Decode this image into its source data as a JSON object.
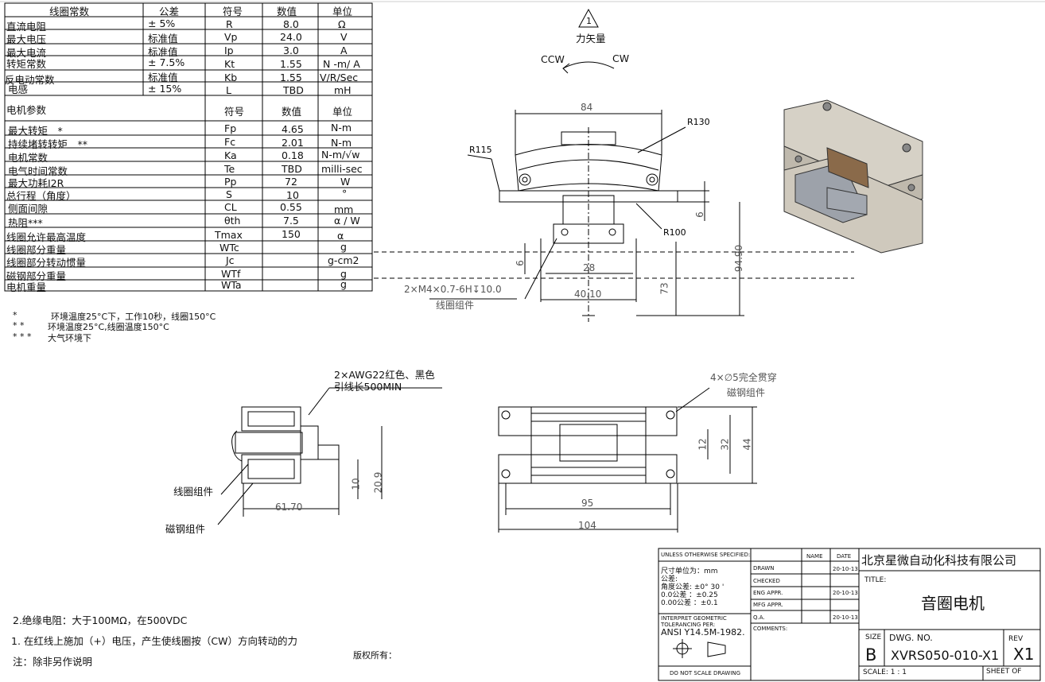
{
  "coil_table": {
    "headers": [
      "线圈常数",
      "公差",
      "符号",
      "数值",
      "单位"
    ],
    "rows": [
      [
        "直流电阻",
        "± 5%",
        "R",
        "8.0",
        "Ω"
      ],
      [
        "最大电压",
        "标准值",
        "Vp",
        "24.0",
        "V"
      ],
      [
        "最大电流",
        "标准值",
        "Ip",
        "3.0",
        "A"
      ],
      [
        "转矩常数",
        "± 7.5%",
        "Kt",
        "1.55",
        "N -m/ A"
      ],
      [
        "反电动常数",
        "标准值",
        "Kb",
        "1.55",
        "V/R/Sec"
      ],
      [
        "电感",
        "± 15%",
        "L",
        "TBD",
        "mH"
      ]
    ]
  },
  "motor_table": {
    "headers": [
      "电机参数",
      "符号",
      "数值",
      "单位"
    ],
    "rows": [
      [
        "最大转矩　*",
        "Fp",
        "4.65",
        "N-m"
      ],
      [
        "持续堵转转矩　**",
        "Fc",
        "2.01",
        "N-m"
      ],
      [
        "电机常数",
        "Ka",
        "0.18",
        "N-m/√w"
      ],
      [
        "电气时间常数",
        "Te",
        "TBD",
        "milli-sec"
      ],
      [
        "最大功耗I2R",
        "Pp",
        "72",
        "W"
      ],
      [
        "总行程（角度）",
        "S",
        "10",
        "°"
      ],
      [
        "侧面间隙",
        "CL",
        "0.55",
        "mm"
      ],
      [
        "热阻***",
        "θth",
        "7.5",
        "α / W"
      ],
      [
        "线圈允许最高温度",
        "Tmax",
        "150",
        "α"
      ],
      [
        "线圈部分重量",
        "WTc",
        "",
        "g"
      ],
      [
        "线圈部分转动惯量",
        "Jc",
        "",
        "g-cm2"
      ],
      [
        "磁钢部分重量",
        "WTf",
        "",
        "g"
      ],
      [
        "电机重量",
        "WTa",
        "",
        "g"
      ]
    ]
  },
  "notes_star": [
    {
      "mark": "*",
      "text": "环境温度25°C下，工作10秒，线圈150°C"
    },
    {
      "mark": "* *",
      "text": "环境温度25°C,线圈温度150°C"
    },
    {
      "mark": "* * *",
      "text": "大气环境下"
    }
  ],
  "notes_bottom": {
    "insulation": "2.绝缘电阻：大于100MΩ，在500VDC",
    "direction": "1. 在红线上施加（+）电压，产生使线圈按（CW）方向转动的力",
    "unless": "注：除非另作说明",
    "copyright": "版权所有："
  },
  "force_vector": {
    "number": "1",
    "label": "力矢量",
    "ccw": "CCW",
    "cw": "CW"
  },
  "top_view": {
    "dim_84": "84",
    "r130": "R130",
    "r115": "R115",
    "r100": "R100",
    "dim_6a": "6",
    "dim_6b": "6",
    "dim_28": "28",
    "dim_40": "40.10",
    "dim_73": "73",
    "dim_9490": "94.90",
    "thread": "2×M4×0.7-6H↧10.0",
    "coil_assy": "线圈组件"
  },
  "side_view": {
    "wire_1": "2×AWG22红色、黑色",
    "wire_2": "引线长500MIN",
    "dim_6170": "61.70",
    "dim_10": "10",
    "dim_209": "20.9",
    "coil_assy": "线圈组件",
    "magnet_assy": "磁钢组件"
  },
  "front_view": {
    "holes": "4×∅5完全贯穿",
    "magnet_assy": "磁钢组件",
    "dim_12": "12",
    "dim_32": "32",
    "dim_44": "44",
    "dim_95": "95",
    "dim_104": "104"
  },
  "title_block": {
    "unless_specified": "UNLESS OTHERWISE SPECIFIED:",
    "units": "尺寸单位为：mm",
    "tol": "公差:",
    "angle_tol": "角度公差: ±0° 30 '",
    "tol1": "0.0公差 ：±0.25",
    "tol2": "0.00公差 ：±0.1",
    "interpret": "INTERPRET GEOMETRIC",
    "tolerancing": "TOLERANCING PER:",
    "ansi": "ANSI Y14.5M-1982.",
    "do_not_scale": "DO NOT SCALE DRAWING",
    "name_hdr": "NAME",
    "date_hdr": "DATE",
    "drawn": "DRAWN",
    "checked": "CHECKED",
    "eng_appr": "ENG APPR.",
    "mfg_appr": "MFG APPR.",
    "qa": "Q.A.",
    "comments": "COMMENTS:",
    "date_drawn": "20-10-13",
    "date_eng": "20-10-13",
    "date_qa": "20-10-13",
    "company": "北京星微自动化科技有限公司",
    "title_label": "TITLE:",
    "title": "音圈电机",
    "size_label": "SIZE",
    "size": "B",
    "dwg_label": "DWG. NO.",
    "dwg_no": "XVRS050-010-X1",
    "rev_label": "REV",
    "rev": "X1",
    "scale": "SCALE: 1 : 1",
    "sheet": "SHEET  OF"
  }
}
